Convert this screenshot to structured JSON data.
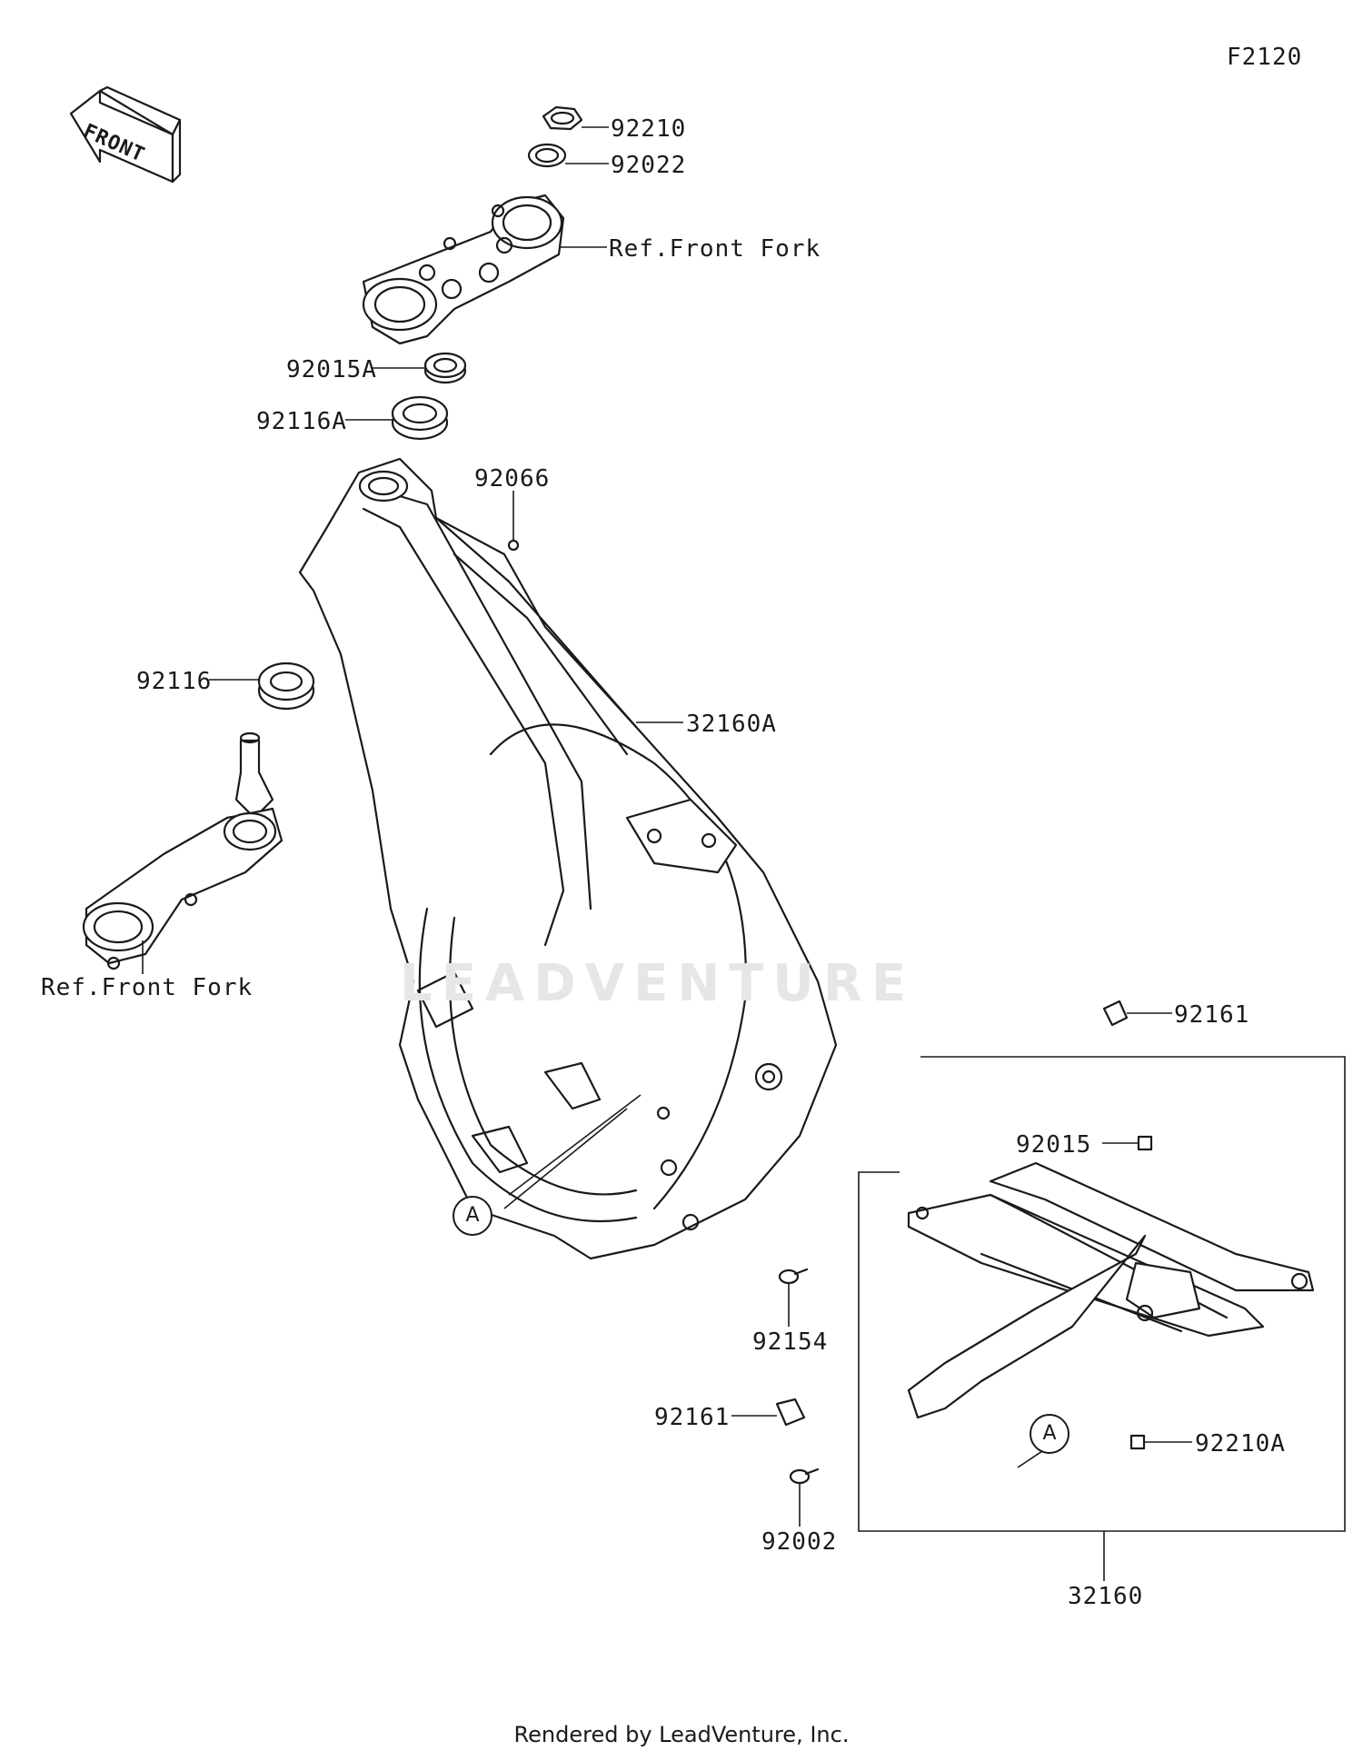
{
  "diagram_code": "F2120",
  "front_arrow_label": "FRONT",
  "watermark": "LEADVENTURE",
  "footer": "Rendered by LeadVenture, Inc.",
  "parts": {
    "p92210": "92210",
    "p92022": "92022",
    "ref_front_fork_top": "Ref.Front Fork",
    "p92015A": "92015A",
    "p92116A": "92116A",
    "p92066": "92066",
    "p92116": "92116",
    "p32160A": "32160A",
    "ref_front_fork_bottom": "Ref.Front Fork",
    "p92161_top": "92161",
    "p92015": "92015",
    "p92154": "92154",
    "p92161_bottom": "92161",
    "p92210A": "92210A",
    "p92002": "92002",
    "p32160": "32160"
  },
  "callouts": {
    "a_frame": "A",
    "a_subframe": "A"
  }
}
